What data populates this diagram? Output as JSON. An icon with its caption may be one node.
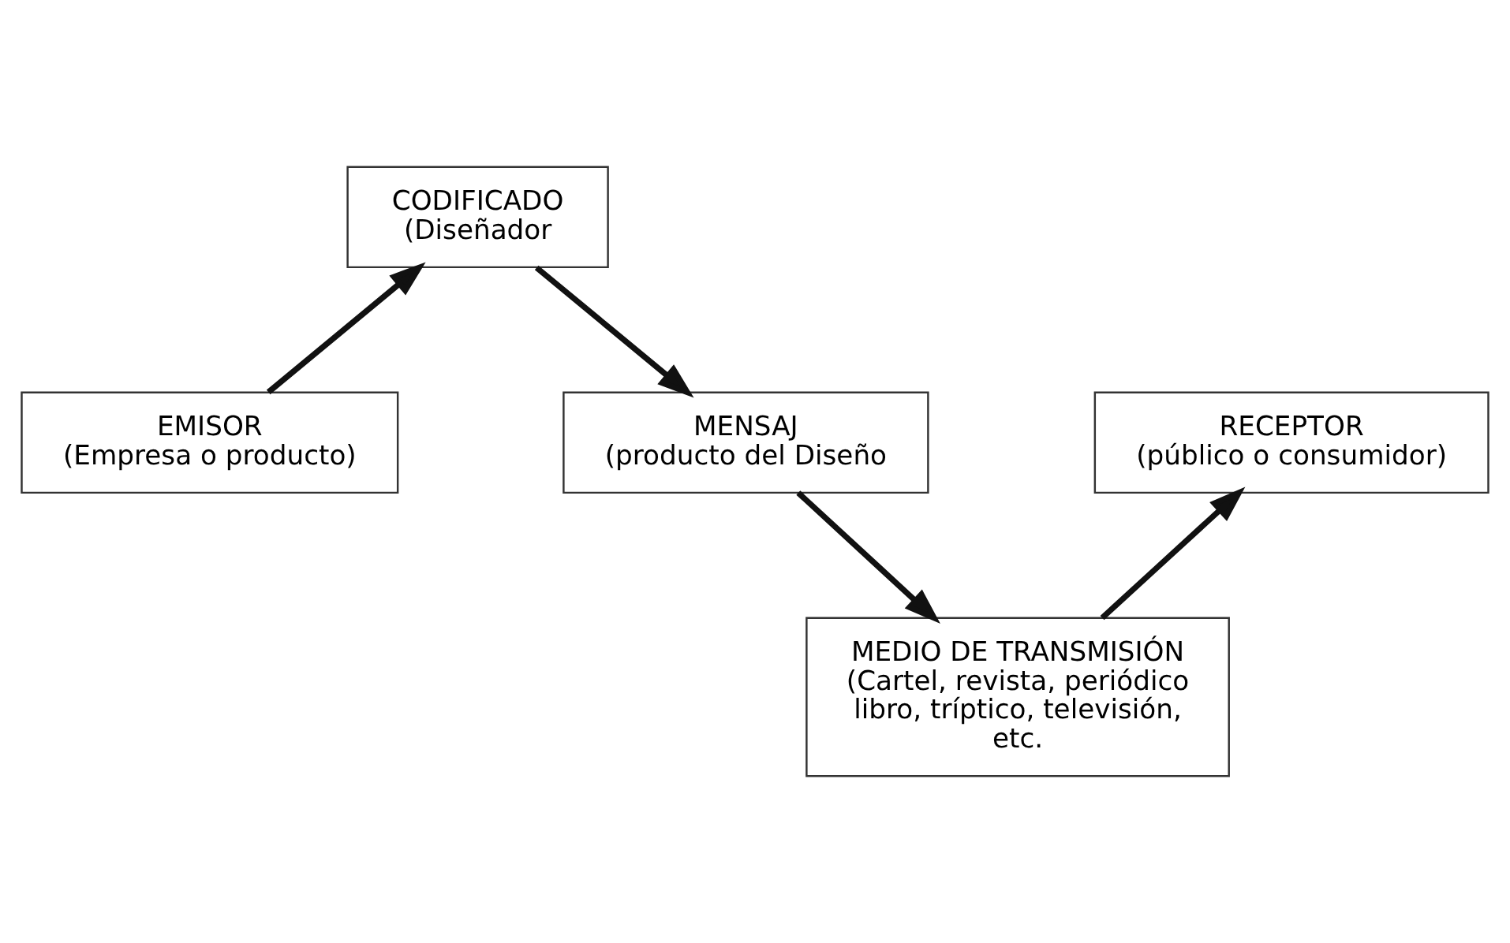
{
  "diagram": {
    "nodes": [
      {
        "text": [
          "CODIFICADO",
          "(Diseñador"
        ]
      },
      {
        "text": [
          "EMISOR",
          "(Empresa o producto)"
        ]
      },
      {
        "text": [
          "MENSAJ",
          "(producto del Diseño"
        ]
      },
      {
        "text": [
          "RECEPTOR",
          "(público o consumidor)"
        ]
      },
      {
        "text": [
          "MEDIO DE TRANSMISIÓN",
          "(Cartel, revista, periódico libro, tríptico, televisión, etc."
        ]
      }
    ],
    "edges": [
      {
        "from": 1,
        "to": 0,
        "arrow": "to"
      },
      {
        "from": 0,
        "to": 2,
        "arrow": "to"
      },
      {
        "from": 2,
        "to": 4,
        "arrow": "to"
      },
      {
        "from": 4,
        "to": 3,
        "arrow": "to"
      }
    ]
  }
}
